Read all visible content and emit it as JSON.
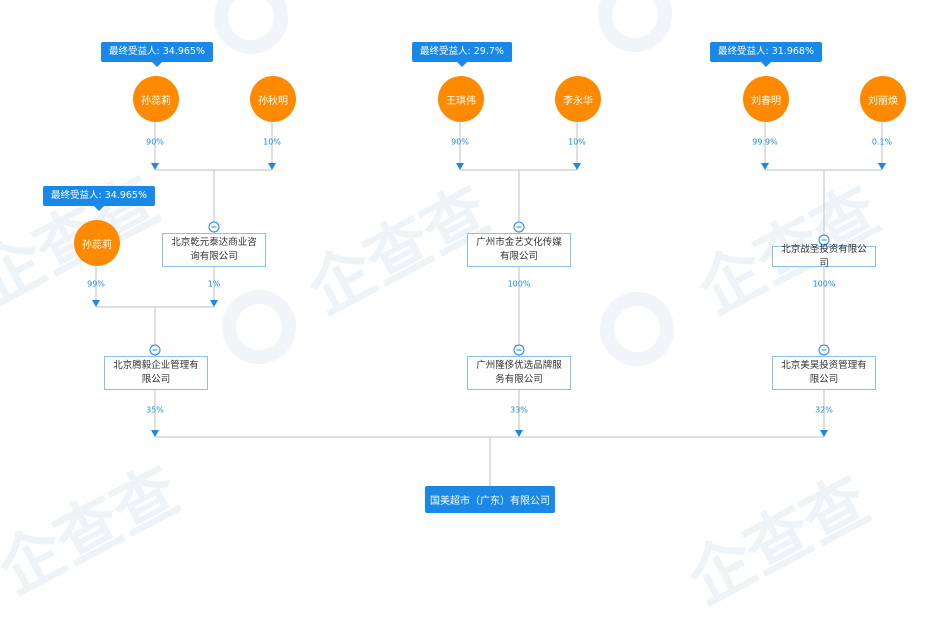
{
  "beneficiary_badges": [
    "最终受益人: 34.965%",
    "最终受益人: 29.7%",
    "最终受益人: 31.968%",
    "最终受益人: 34.965%"
  ],
  "persons": [
    "孙蕊莉",
    "孙秋明",
    "王琪伟",
    "李永华",
    "刘春明",
    "刘丽焕",
    "孙蕊莉"
  ],
  "companies": [
    "北京乾元泰达商业咨询有限公司",
    "广州市金艺文化传媒有限公司",
    "北京战圣投资有限公司",
    "北京腾毅企业管理有限公司",
    "广州隆侈优选品牌服务有限公司",
    "北京美昊投资管理有限公司"
  ],
  "target_company": "国美超市（广东）有限公司",
  "percentages": {
    "p1": "90%",
    "p2": "10%",
    "p3": "90%",
    "p4": "10%",
    "p5": "99.9%",
    "p6": "0.1%",
    "p7": "99%",
    "p8": "1%",
    "p9": "100%",
    "p10": "100%",
    "p11": "35%",
    "p12": "33%",
    "p13": "32%"
  },
  "colors": {
    "accent": "#1a88e6",
    "person": "#ff8a00",
    "line": "#bfbfbf"
  }
}
